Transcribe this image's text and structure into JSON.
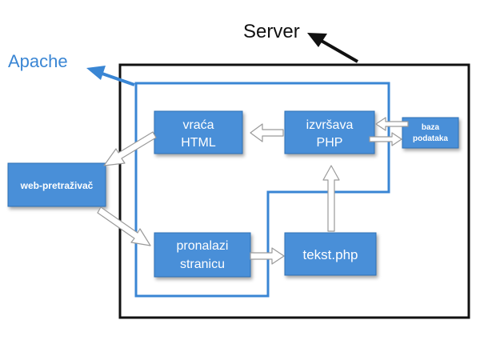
{
  "labels": {
    "server": "Server",
    "apache": "Apache"
  },
  "nodes": {
    "return_html": {
      "line1": "vraća",
      "line2": "HTML"
    },
    "execute_php": {
      "line1": "izvršava",
      "line2": "PHP"
    },
    "database": {
      "line1": "baza",
      "line2": "podataka"
    },
    "browser": {
      "line1": "web-pretraživač"
    },
    "find_page": {
      "line1": "pronalazi",
      "line2": "stranicu"
    },
    "php_file": {
      "line1": "tekst.php"
    }
  },
  "colors": {
    "box_fill": "#4a8fd8",
    "box_stroke": "#2f6fb5",
    "apache_outline": "#3a86d4",
    "server_outline": "#111111",
    "arrow_fill": "#ffffff",
    "arrow_stroke": "#9a9a9a",
    "apache_label": "#3a86d4"
  }
}
